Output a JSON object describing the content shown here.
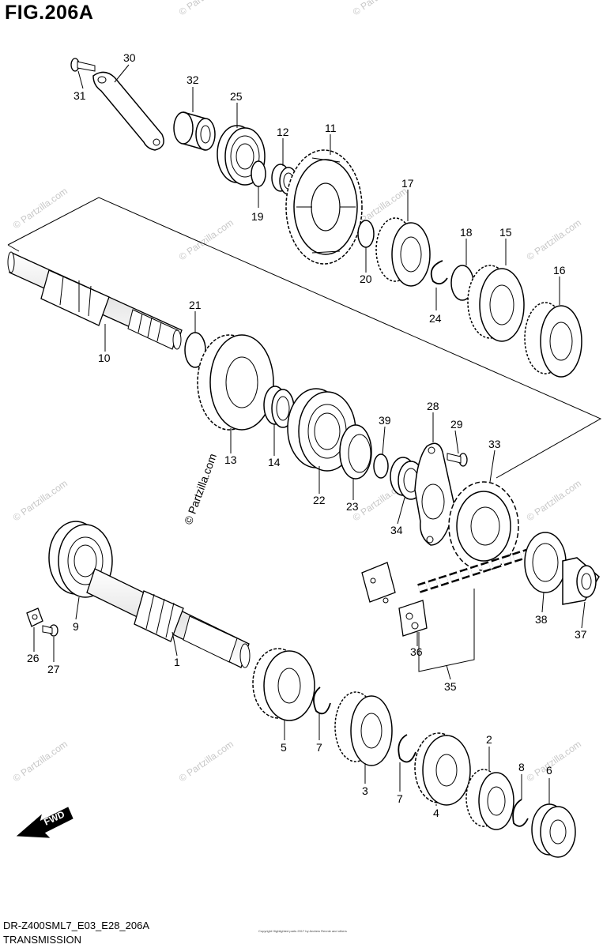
{
  "figure": {
    "title": "FIG.206A",
    "model_code": "DR-Z400SML7_E03_E28_206A",
    "section": "TRANSMISSION",
    "copyright": "Copyright Highlighted parts 2017 by Andrew Rennie and others"
  },
  "watermark": {
    "text": "© Partzilla.com",
    "center_text": "© Partzilla.com"
  },
  "direction_arrow": {
    "label": "FWD"
  },
  "callouts": {
    "c1": "1",
    "c2": "2",
    "c3": "3",
    "c4": "4",
    "c5": "5",
    "c6": "6",
    "c7a": "7",
    "c7b": "7",
    "c8": "8",
    "c9": "9",
    "c10": "10",
    "c11": "11",
    "c12": "12",
    "c13": "13",
    "c14": "14",
    "c15": "15",
    "c16": "16",
    "c17": "17",
    "c18": "18",
    "c19": "19",
    "c20": "20",
    "c21": "21",
    "c22": "22",
    "c23": "23",
    "c24": "24",
    "c25": "25",
    "c26": "26",
    "c27": "27",
    "c28": "28",
    "c29": "29",
    "c30": "30",
    "c31": "31",
    "c32": "32",
    "c33": "33",
    "c34": "34",
    "c35": "35",
    "c36": "36",
    "c37": "37",
    "c38": "38",
    "c39": "39"
  }
}
